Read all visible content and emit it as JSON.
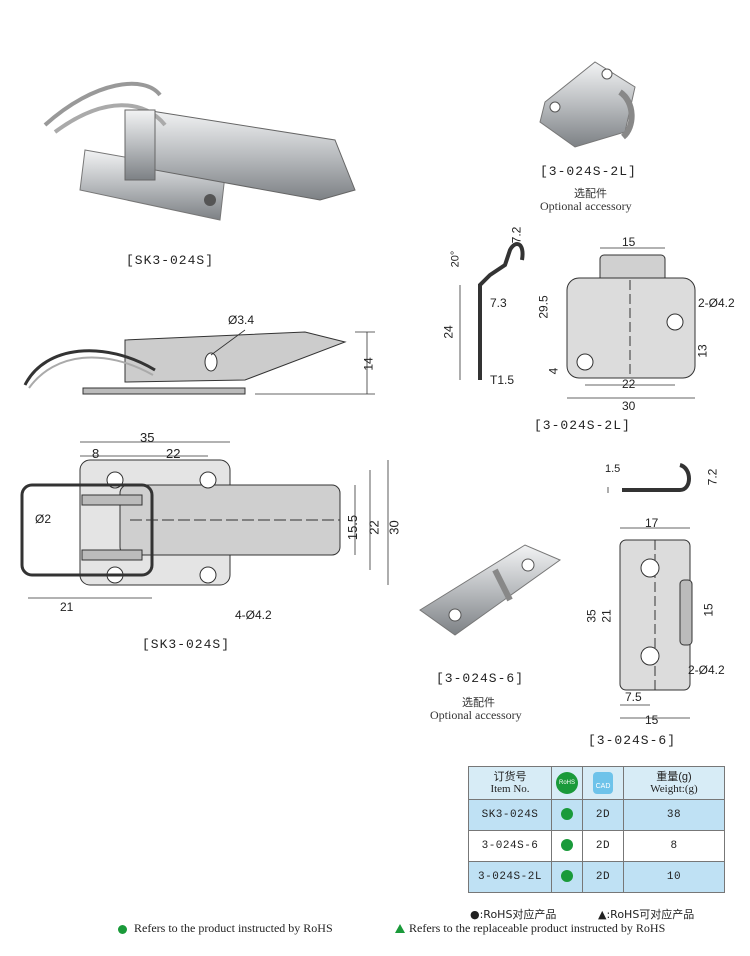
{
  "labels": {
    "main_product": "[SK3-024S]",
    "accessory_2l": "[3-024S-2L]",
    "accessory_6": "[3-024S-6]",
    "optional_cn": "选配件",
    "optional_en": "Optional accessory",
    "drawing_sk3_side": "[SK3-024S]",
    "drawing_2l": "[3-024S-2L]",
    "drawing_6": "[3-024S-6]"
  },
  "dims": {
    "d_3_4": "Ø3.4",
    "d_14": "14",
    "d_35": "35",
    "d_8": "8",
    "d_22a": "22",
    "d_phi2": "Ø2",
    "d_15_5": "15.5",
    "d_22b": "22",
    "d_30a": "30",
    "d_21": "21",
    "d_4phi": "4-Ø4.2",
    "d_7_2a": "7.2",
    "d_20deg": "20°",
    "d_7_3": "7.3",
    "d_24": "24",
    "d_t1_5": "T1.5",
    "d_15a": "15",
    "d_29_5": "29.5",
    "d_2phi_a": "2-Ø4.2",
    "d_13": "13",
    "d_4": "4",
    "d_22c": "22",
    "d_30b": "30",
    "d_1_5": "1.5",
    "d_7_2b": "7.2",
    "d_17": "17",
    "d_35b": "35",
    "d_21b": "21",
    "d_15b": "15",
    "d_2phi_b": "2-Ø4.2",
    "d_7_5": "7.5",
    "d_15c": "15"
  },
  "table": {
    "headers": {
      "item_cn": "订货号",
      "item_en": "Item No.",
      "rohs_icon": "RoHS",
      "cad_icon": "CAD",
      "weight_cn": "重量(g)",
      "weight_en": "Weight:(g)"
    },
    "rows": [
      {
        "item": "SK3-024S",
        "cad": "2D",
        "weight": "38"
      },
      {
        "item": "3-024S-6",
        "cad": "2D",
        "weight": "8"
      },
      {
        "item": "3-024S-2L",
        "cad": "2D",
        "weight": "10"
      }
    ]
  },
  "legend": {
    "rohs_cn": "●:RoHS对应产品",
    "replace_cn": "▲:RoHS可对应产品",
    "rohs_en": "Refers to the product instructed by RoHS",
    "replace_en": "Refers to the replaceable product instructed by RoHS"
  },
  "colors": {
    "rohs_green": "#1a9a3a",
    "table_blue": "#bfe1f4",
    "header_blue": "#d7ecf6",
    "metal": "#c9cccf"
  }
}
